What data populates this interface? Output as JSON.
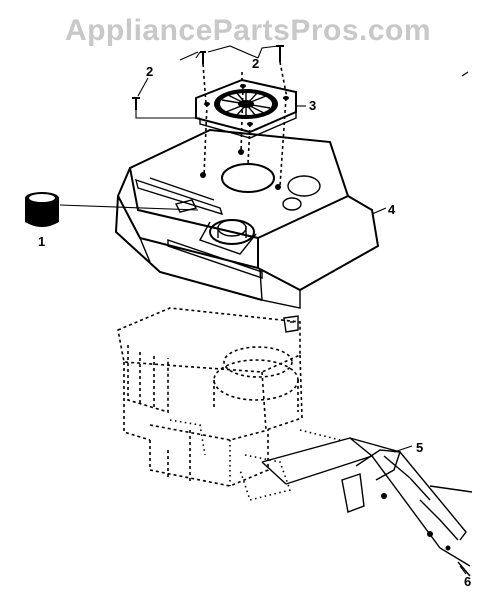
{
  "watermark": {
    "text": "AppliancePartsPros.com",
    "color": "#c8c8c8"
  },
  "callouts": {
    "c1": "1",
    "c2a": "2",
    "c2b": "2",
    "c3": "3",
    "c4": "4",
    "c5": "5",
    "c6": "6"
  },
  "colors": {
    "line": "#000000",
    "background": "#ffffff"
  }
}
